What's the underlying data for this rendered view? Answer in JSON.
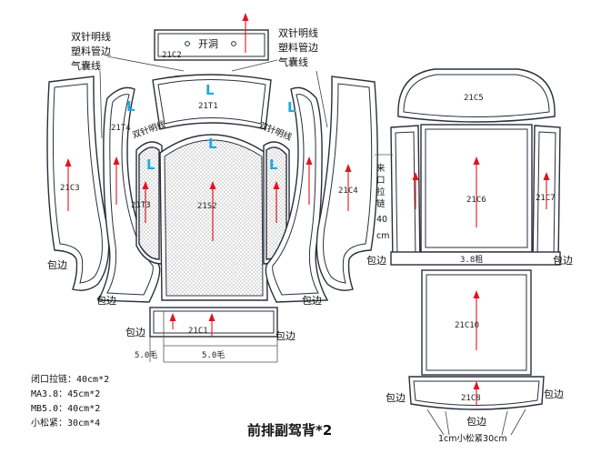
{
  "labels": {
    "dbl_needle_left": [
      "双针明线",
      "塑料管边",
      "气囊线"
    ],
    "dbl_needle_right": [
      "双针明线",
      "塑料管边",
      "气囊线"
    ],
    "open_hole": "开洞",
    "edge": "包边",
    "dbl_needle_short": "双针明线",
    "zip_vertical": [
      "来",
      "口",
      "拉",
      "链",
      "40",
      "cm"
    ],
    "width_38": "3.8粗",
    "dim_5": "5.0毛",
    "loose_note": "1cm小松紧30cm",
    "big_L": "L"
  },
  "pieces": {
    "c2": "21C2",
    "t1": "21T1",
    "t4": "21T4",
    "t3": "21T3",
    "s2": "21S2",
    "c3": "21C3",
    "c4": "21C4",
    "c1": "21C1",
    "c5": "21C5",
    "c6": "21C6",
    "c7": "21C7",
    "c10": "21C10",
    "c8": "21C8"
  },
  "notes": [
    "闭口拉链：40cm*2",
    "MA3.8：45cm*2",
    "MB5.0：40cm*2",
    "小松紧：30cm*4"
  ],
  "title": "前排副驾背*2",
  "colors": {
    "arrow": "#e0141e",
    "accent_L": "#22a8d8",
    "outline": "#2a2f3a"
  }
}
